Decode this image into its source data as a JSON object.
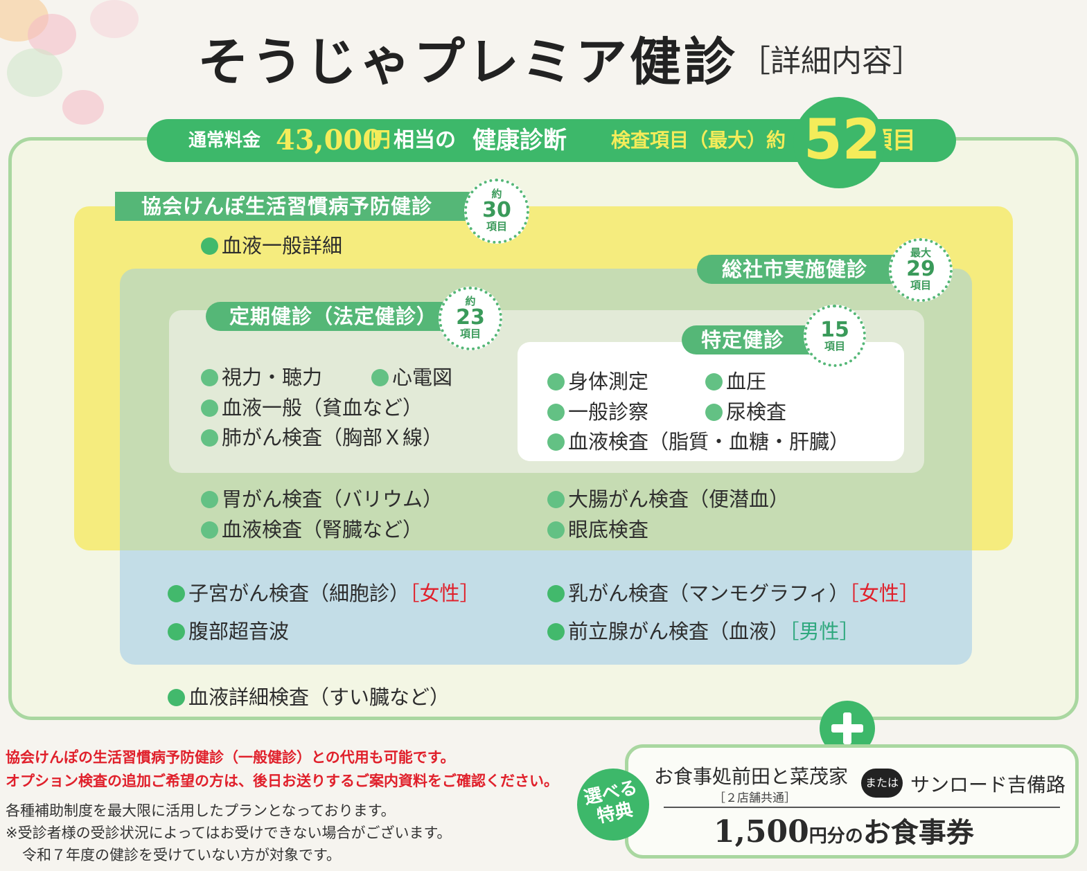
{
  "title": "そうじゃプレミア健診",
  "subtitle": "［詳細内容］",
  "banner": {
    "normal_fee_label": "通常料金",
    "price": "43,000",
    "yen": "円",
    "equiv": "相当の",
    "checkup": "健康診断",
    "items_label": "検査項目（最大）約",
    "total_count": "52",
    "items_suffix": "項目"
  },
  "kyokai": {
    "label": "協会けんぽ生活習慣病予防健診",
    "badge": {
      "top": "約",
      "num": "30",
      "bottom": "項目"
    },
    "items": [
      "血液一般詳細"
    ]
  },
  "soja": {
    "label": "総社市実施健診",
    "badge": {
      "top": "最大",
      "num": "29",
      "bottom": "項目"
    },
    "items": [
      "胃がん検査（バリウム）",
      "血液検査（腎臓など）",
      "大腸がん検査（便潜血）",
      "眼底検査"
    ]
  },
  "teiki": {
    "label": "定期健診（法定健診）",
    "badge": {
      "top": "約",
      "num": "23",
      "bottom": "項目"
    },
    "items": [
      "視力・聴力",
      "心電図",
      "血液一般（貧血など）",
      "肺がん検査（胸部Ｘ線）"
    ]
  },
  "tokutei": {
    "label": "特定健診",
    "badge": {
      "num": "15",
      "bottom": "項目"
    },
    "items": [
      "身体測定",
      "血圧",
      "一般診察",
      "尿検査",
      "血液検査（脂質・血糖・肝臓）"
    ]
  },
  "option_items": [
    {
      "text": "子宮がん検査（細胞診）",
      "tag": "［女性］"
    },
    {
      "text": "乳がん検査（マンモグラフィ）",
      "tag": "［女性］"
    },
    {
      "text": "腹部超音波",
      "tag": ""
    },
    {
      "text": "前立腺がん検査（血液）",
      "tag": "［男性］"
    }
  ],
  "extra_item": "血液詳細検査（すい臓など）",
  "notes": {
    "red1": "協会けんぽの生活習慣病予防健診（一般健診）との代用も可能です。",
    "red2": "オプション検査の追加ご希望の方は、後日お送りするご案内資料をご確認ください。",
    "n1": "各種補助制度を最大限に活用したプランとなっております。",
    "n2": "※受診者様の受診状況によってはお受けできない場合がございます。",
    "n3": "令和７年度の健診を受けていない方が対象です。"
  },
  "bonus": {
    "erabu1": "選べる",
    "erabu2": "特典",
    "shop1": "お食事処前田と菜茂家",
    "shop1_note": "［２店舗共通］",
    "or": "または",
    "shop2": "サンロード吉備路",
    "amount": "1,500",
    "amount_unit": "円分の",
    "ticket": "お食事券"
  },
  "colors": {
    "green": "#3db86a",
    "yellow": "#f5ec7e",
    "sage": "#c6dcb3",
    "blue": "#c3dde7",
    "red": "#e0202b"
  }
}
